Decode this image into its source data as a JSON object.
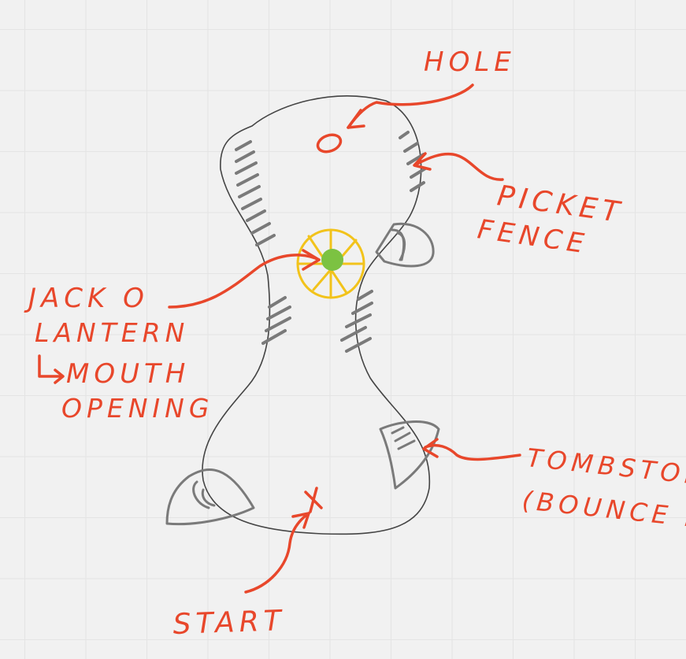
{
  "annotations": {
    "hole": "HOLE",
    "picket_fence_line1": "PICKET",
    "picket_fence_line2": "FENCE",
    "jack_line1": "JACK O",
    "jack_line2": "LANTERN",
    "jack_line3": "MOUTH",
    "jack_line4": "OPENING",
    "tombstone_line1": "TOMBSTON",
    "tombstone_line2": "(BOUNCE P",
    "start": "START"
  },
  "colors": {
    "background": "#f1f1f1",
    "grid": "#e4e4e4",
    "annotation": "#e8472b",
    "course_outline": "#444444",
    "obstacle": "#7a7a7a",
    "jack_o_lantern": "#f2c31b",
    "jack_center": "#7cc242"
  }
}
